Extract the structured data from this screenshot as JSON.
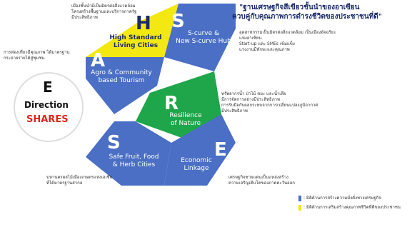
{
  "header": {
    "subtitle": "\"ฐานเศรษฐกิจสีเขียวชั้นนำของอาเซียน",
    "subtitle2": "ควบคู่กับคุณภาพการดำรงชีวิตของประชาชนที่ดี\""
  },
  "center": {
    "letter": "E",
    "line1": "Direction",
    "line2": "SHARES"
  },
  "segments": [
    {
      "letter": "H",
      "label": "High Standard\nLiving Cities",
      "color": "#f4e812",
      "text_color": "#1b2b6b"
    },
    {
      "letter": "S",
      "label": "S-curve &\nNew S-curve Hub",
      "color": "#4a6fc4",
      "text_color": "#ffffff"
    },
    {
      "letter": "A",
      "label": "Agro & Community\nbased Tourism",
      "color": "#4a6fc4",
      "text_color": "#ffffff"
    },
    {
      "letter": "R",
      "label": "Resilience\nof Nature",
      "color": "#1fa64a",
      "text_color": "#ffffff"
    },
    {
      "letter": "S",
      "label": "Safe Fruit, Food\n& Herb Cities",
      "color": "#4a6fc4",
      "text_color": "#ffffff"
    },
    {
      "letter": "E",
      "label": "Economic\nLinkage",
      "color": "#4a6fc4",
      "text_color": "#ffffff"
    }
  ],
  "notes": {
    "top_left": [
      "เมืองชั้นนำมีเป็นมิตรต่อสิ่งแวดล้อม",
      "โครงสร้างพื้นฐานและบริการภาครัฐ",
      "มีประสิทธิภาพ"
    ],
    "mid_left": [
      "การท่องเที่ยวมีคุณภาพ ได้มาตรฐาน",
      "กระจายรายได้สู่ชุมชน"
    ],
    "top_right": [
      "อุตสาหกรรมเป็นมิตรต่อสิ่งแวดล้อม เป็นเมืองอัจฉริยะ",
      "แห่งอาเซียน",
      "Start-up และ SMEs เข้มแข็ง",
      "แรงงานมีทักษะและคุณภาพ"
    ],
    "mid_right": [
      "ทรัพยากรน้ำ ป่าไม้ ขยะ และน้ำเสีย",
      "มีการจัดการอย่างมีประสิทธิภาพ",
      "การรับมือกับผลกระทบจากการเปลี่ยนแปลงภูมิอากาศ",
      "มีประสิทธิภาพ"
    ],
    "bottom_left": [
      "มหานครผลไม้เมืองเกษตรแห่งเอเชีย",
      "ที่ได้มาตรฐานสากล"
    ],
    "bottom_right": [
      "เศรษฐกิจชายแดนเป็นแหล่งสร้าง",
      "ความเจริญเติบโตของภาคตะวันออก"
    ]
  },
  "legend": [
    {
      "text": ": มิติด้านการสร้างความมั่งคั่งทางเศรษฐกิจ",
      "color": "#4a6fc4"
    },
    {
      "text": ": มิติด้านการเสริมสร้างคุณภาพชีวิตที่ดีของประชาชน",
      "color": "#f4e812"
    }
  ]
}
